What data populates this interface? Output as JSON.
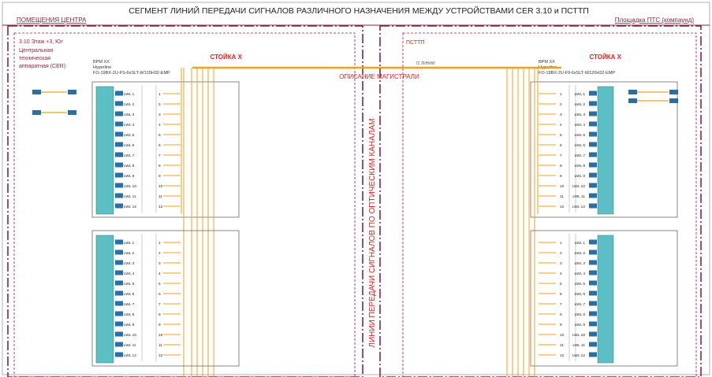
{
  "title": "СЕГМЕНТ ЛИНИЙ ПЕРЕДАЧИ СИГНАЛОВ РАЗЛИЧНОГО НАЗНАЧЕНИЯ МЕЖДУ УСТРОЙСТВАМИ CER 3.10 и ПСТТП",
  "left_area": {
    "label": "ПОМЕЩЕНИЯ ЦЕНТРА",
    "room": [
      "3.10 Этаж +3, Юг",
      "Центральная",
      "техническая",
      "аппаратная (CER)"
    ],
    "rack": "СТОЙКА Х",
    "panel": [
      "BPM XX",
      "Hyperline",
      "FO-19BX-2U-FS-6xSLT-W120H32-EMP"
    ]
  },
  "right_area": {
    "label": "Площадка ПТС (компаунд)",
    "room": [
      "ПСТТП"
    ],
    "rack": "СТОЙКА Х",
    "panel": [
      "BPM XX",
      "Hyperline",
      "FO-19BX-2U-F9-6xSLT-W120H32-EMP"
    ]
  },
  "trunk": {
    "description": "ОПИСАНИЕ МАГИСТРАЛИ",
    "count": "72 ЛИНИИ",
    "vertical": "ЛИНИИ ПЕРЕДАЧИ СИГНАЛОВ ПО ОПТИЧЕСКИМ КАНАЛАМ"
  },
  "lines": [
    "LWL 1",
    "LWL 2",
    "LWL 3",
    "LWL 4",
    "LWL 5",
    "LWL 6",
    "LWL 7",
    "LWL 8",
    "LWL 9",
    "LWL 10",
    "LWL 11",
    "LWL 12"
  ],
  "port_numbers": [
    "1",
    "2",
    "3",
    "4",
    "5",
    "6",
    "7",
    "8",
    "9",
    "10",
    "11",
    "12"
  ],
  "colors": {
    "border": "#8c2240",
    "fiber": "#f0a21a",
    "red_text": "#e02020",
    "module": "#5bbfc4",
    "port": "#2a6ea6"
  }
}
